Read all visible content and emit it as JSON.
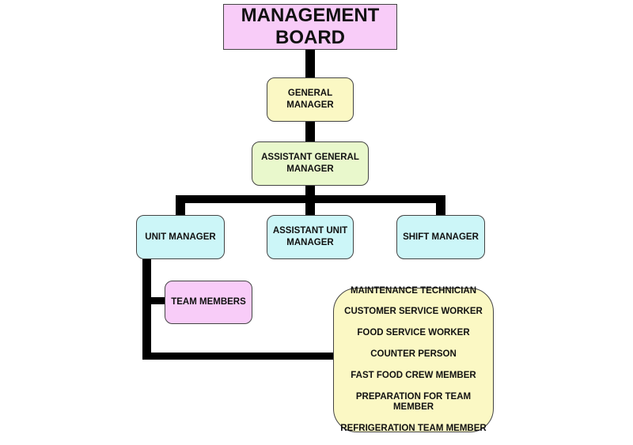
{
  "chart": {
    "board": "MANAGEMENT\nBOARD",
    "general_manager": "GENERAL\nMANAGER",
    "assistant_general_manager": "ASSISTANT GENERAL\nMANAGER",
    "unit_manager": "UNIT MANAGER",
    "assistant_unit_manager": "ASSISTANT UNIT\nMANAGER",
    "shift_manager": "SHIFT MANAGER",
    "team_members": "TEAM MEMBERS",
    "staff_roles": [
      "MAINTENANCE TECHNICIAN",
      "CUSTOMER SERVICE WORKER",
      "FOOD SERVICE WORKER",
      "COUNTER PERSON",
      "FAST FOOD CREW MEMBER",
      "PREPARATION FOR TEAM MEMBER",
      "REFRIGERATION TEAM MEMBER"
    ]
  },
  "colors": {
    "board": "#f8ccf8",
    "general_manager": "#fbf8c4",
    "assistant_general_manager": "#e9f8cc",
    "managers": "#ccf6f8",
    "team_members": "#f8ccf8",
    "staff_roles": "#fbf8c4",
    "connector": "#000000"
  }
}
